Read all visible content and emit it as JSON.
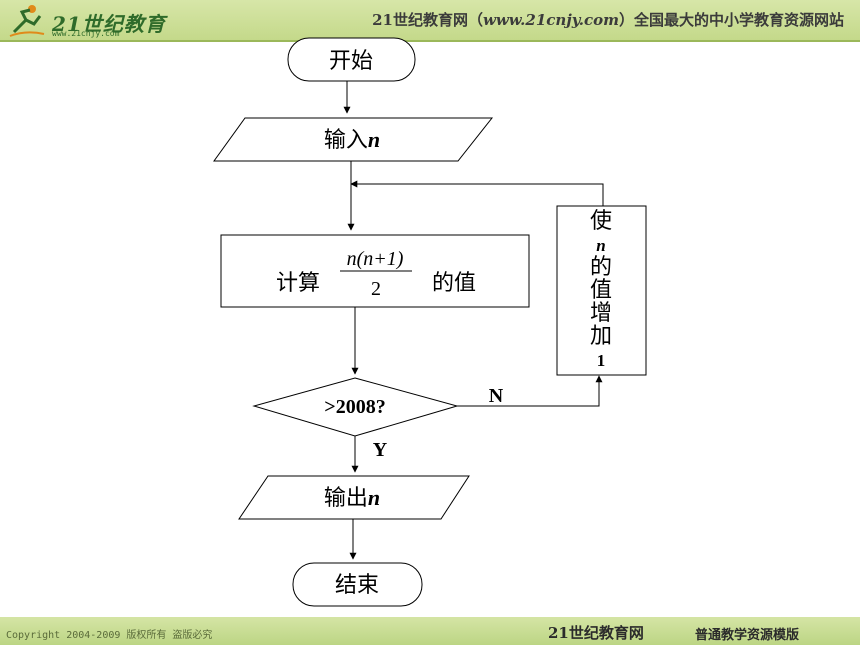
{
  "header": {
    "logo_text": "21世纪教育",
    "logo_url": "www.21cnjy.com",
    "banner_prefix": "21世纪教育网（",
    "banner_url": "www.21cnjy.com",
    "banner_suffix": "）全国最大的中小学教育资源网站"
  },
  "flowchart": {
    "start": "开始",
    "input": "输入",
    "input_var": "n",
    "process_prefix": "计算",
    "process_suffix": "的值",
    "formula_numerator": "n(n+1)",
    "formula_denominator": "2",
    "decision": ">2008?",
    "yes_label": "Y",
    "no_label": "N",
    "increment_lines": [
      "使",
      "n",
      "的",
      "值",
      "增",
      "加",
      "1"
    ],
    "output": "输出",
    "output_var": "n",
    "end": "结束"
  },
  "footer": {
    "copyright": "Copyright 2004-2009 版权所有 盗版必究",
    "brand": "21世纪教育网",
    "tagline": "普通教学资源模版"
  },
  "colors": {
    "header_bg": "#cfe19b",
    "footer_bg": "#c8dc92",
    "line": "#000000"
  }
}
